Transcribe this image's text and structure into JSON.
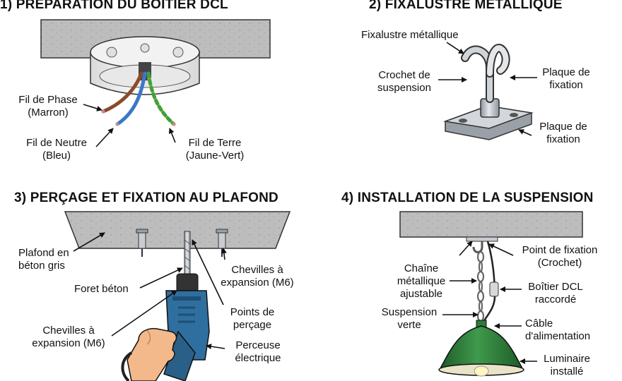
{
  "colors": {
    "concrete": "#bcbcbc",
    "concrete_edge": "#333333",
    "wire_phase": "#8b4a2b",
    "wire_neutral": "#3a78c8",
    "wire_earth_yellow": "#e6d21c",
    "wire_earth_green": "#3aa04a",
    "metal": "#c7ccd2",
    "drill_body": "#2f6f9f",
    "lamp_green": "#2f7a3a",
    "skin": "#f3b98a",
    "ink": "#111111"
  },
  "section1": {
    "title": "1) PRÉPARATION DU BOÎTIER DCL",
    "labels": {
      "phase": "Fil de Phase\n(Marron)",
      "neutral": "Fil de Neutre\n(Bleu)",
      "earth": "Fil de Terre\n(Jaune-Vert)"
    }
  },
  "section2": {
    "title": "2) FIXALUSTRE MÉTALLIQUE",
    "labels": {
      "fixalustre": "Fixalustre métallique",
      "crochet": "Crochet de\nsuspension",
      "plaque_top": "Plaque de\nfixation",
      "plaque_bottom": "Plaque de\nfixation"
    }
  },
  "section3": {
    "title": "3) PERÇAGE ET FIXATION AU PLAFOND",
    "labels": {
      "plafond": "Plafond en\nbéton gris",
      "foret": "Foret béton",
      "chevilles_right": "Chevilles à\nexpansion (M6)",
      "points": "Points de\nperçage",
      "chevilles_left": "Chevilles à\nexpansion (M6)",
      "perceuse": "Perceuse\nélectrique"
    }
  },
  "section4": {
    "title": "4) INSTALLATION DE LA SUSPENSION",
    "labels": {
      "point_fixation": "Point de fixation\n(Crochet)",
      "chaine": "Chaîne\nmétallique\najustable",
      "boitier": "Boîtier DCL\nraccordé",
      "suspension": "Suspension\nverte",
      "cable": "Câble\nd'alimentation",
      "luminaire": "Luminaire\ninstallé"
    }
  }
}
